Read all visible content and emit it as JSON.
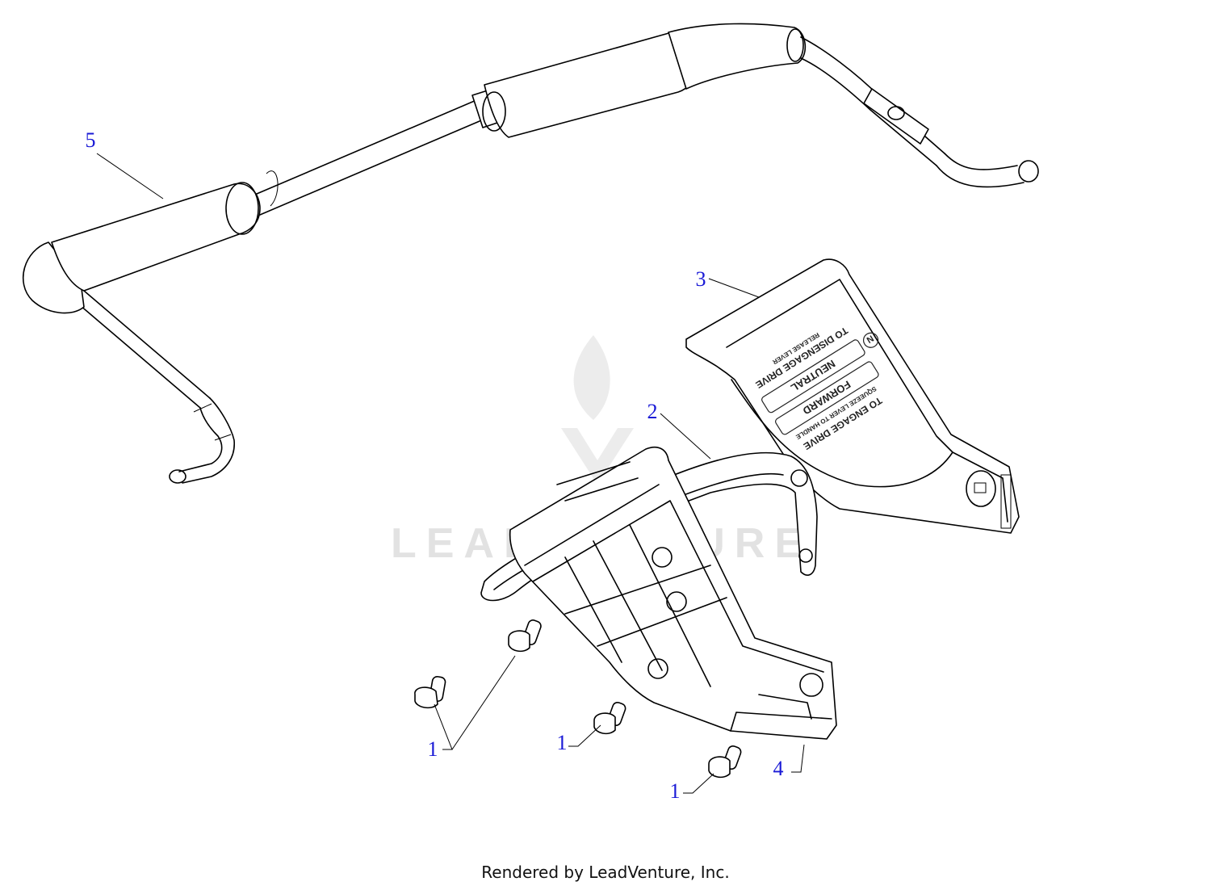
{
  "watermark": {
    "text": "LEADVENTURE"
  },
  "decal": {
    "line1": "TO ENGAGE DRIVE",
    "line2": "SQUEEZE LEVER TO HANDLE",
    "forward": "FORWARD",
    "neutral": "NEUTRAL",
    "n_badge": "N",
    "line3": "TO DISENGAGE DRIVE",
    "line4": "RELEASE LEVER"
  },
  "callouts": {
    "c1a": "1",
    "c1b": "1",
    "c1c": "1",
    "c2": "2",
    "c3": "3",
    "c4": "4",
    "c5": "5"
  },
  "footer": {
    "text": "Rendered by LeadVenture, Inc."
  },
  "colors": {
    "callout": "#1a1ad6",
    "line": "#000000",
    "watermark": "#e2e2e2"
  }
}
